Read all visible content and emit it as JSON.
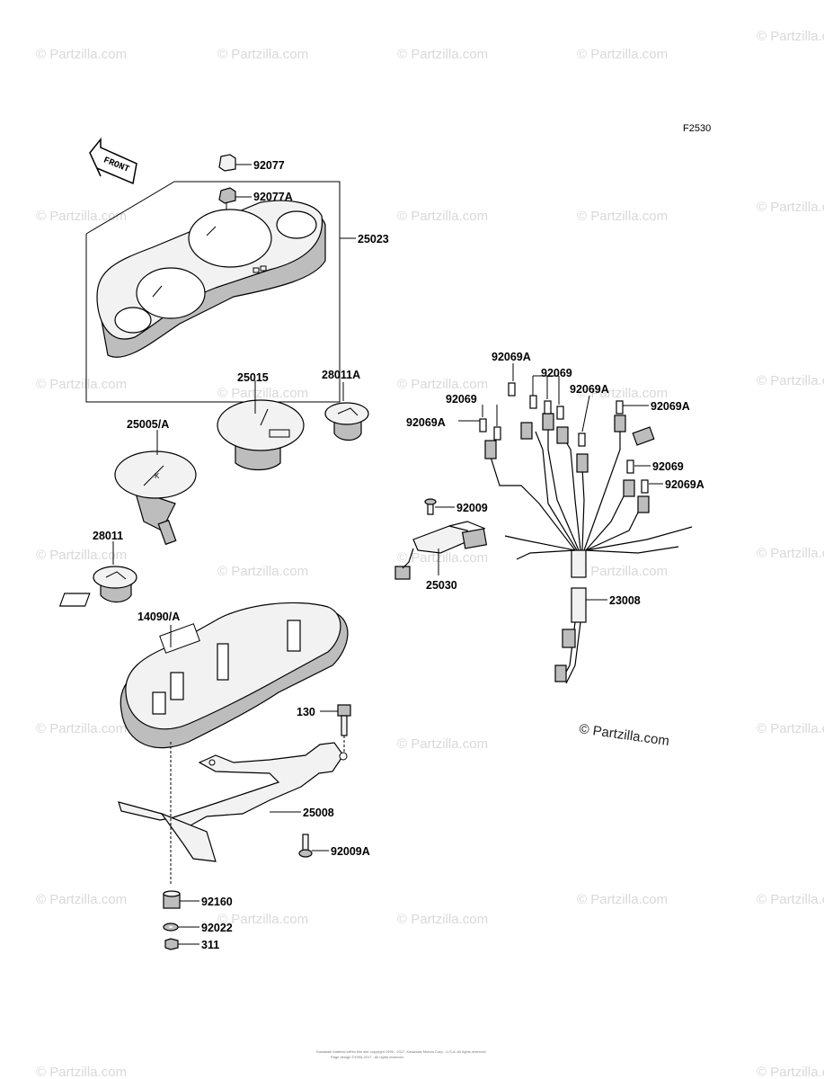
{
  "figure_code": "F2530",
  "front_label": "FRONT",
  "watermark": "© Partzilla.com",
  "copyright_lines": [
    "Kawasaki material within this site copyright 1995 - 2017, Kawasaki Motors Corp., U.S.A. All rights reserved.",
    "Page design ©1995-2017 - All rights reserved"
  ],
  "parts": [
    {
      "id": "p92077",
      "label": "92077"
    },
    {
      "id": "p92077A",
      "label": "92077A"
    },
    {
      "id": "p25023",
      "label": "25023"
    },
    {
      "id": "p25015",
      "label": "25015"
    },
    {
      "id": "p28011A",
      "label": "28011A"
    },
    {
      "id": "p25005",
      "label": "25005/A"
    },
    {
      "id": "p28011",
      "label": "28011"
    },
    {
      "id": "p14090",
      "label": "14090/A"
    },
    {
      "id": "p130",
      "label": "130"
    },
    {
      "id": "p25008",
      "label": "25008"
    },
    {
      "id": "p92009A",
      "label": "92009A"
    },
    {
      "id": "p92160",
      "label": "92160"
    },
    {
      "id": "p92022",
      "label": "92022"
    },
    {
      "id": "p311",
      "label": "311"
    },
    {
      "id": "p92069A_1",
      "label": "92069A"
    },
    {
      "id": "p92069_1",
      "label": "92069"
    },
    {
      "id": "p92069_2",
      "label": "92069"
    },
    {
      "id": "p92069A_2",
      "label": "92069A"
    },
    {
      "id": "p92069A_3",
      "label": "92069A"
    },
    {
      "id": "p92069A_4",
      "label": "92069A"
    },
    {
      "id": "p92069_3",
      "label": "92069"
    },
    {
      "id": "p92069A_5",
      "label": "92069A"
    },
    {
      "id": "p92009",
      "label": "92009"
    },
    {
      "id": "p25030",
      "label": "25030"
    },
    {
      "id": "p23008",
      "label": "23008"
    }
  ]
}
